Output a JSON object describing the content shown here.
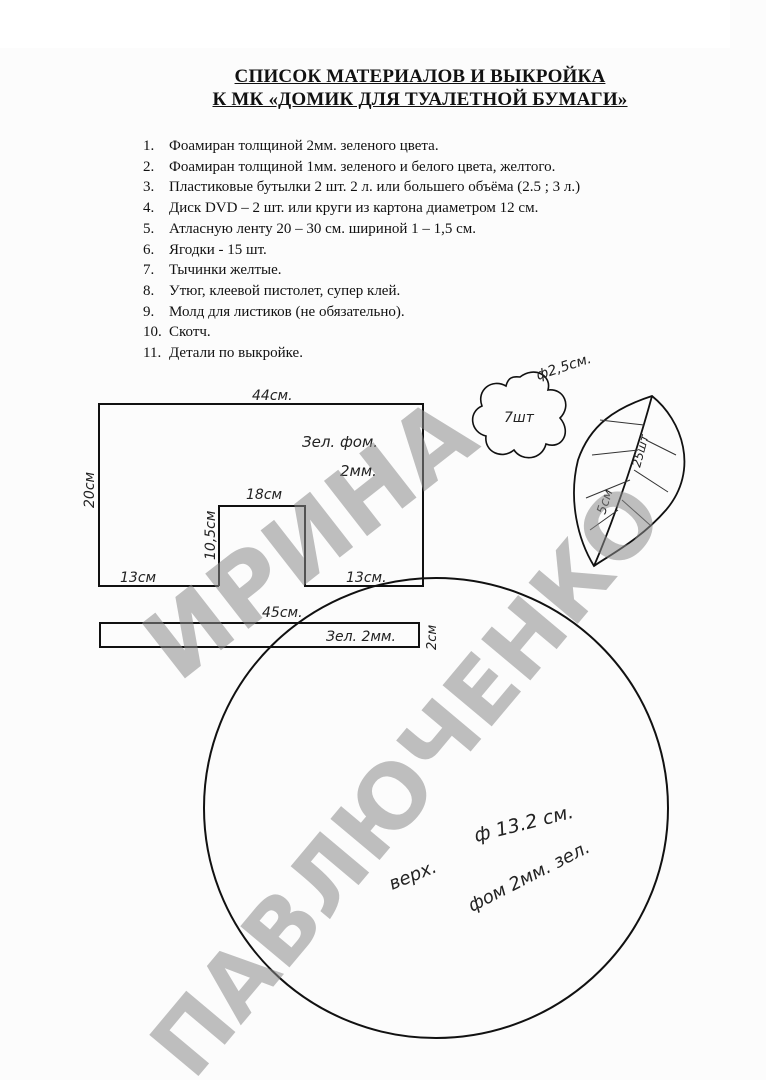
{
  "title": {
    "line1": "СПИСОК МАТЕРИАЛОВ И ВЫКРОЙКА",
    "line2": "К МК «ДОМИК ДЛЯ ТУАЛЕТНОЙ БУМАГИ»"
  },
  "materials": [
    {
      "num": "1.",
      "text": "Фоамиран толщиной 2мм. зеленого цвета."
    },
    {
      "num": "2.",
      "text": "Фоамиран толщиной 1мм. зеленого и белого цвета, желтого."
    },
    {
      "num": "3.",
      "text": "Пластиковые бутылки  2 шт. 2 л. или  большего объёма (2.5 ; 3 л.)"
    },
    {
      "num": "4.",
      "text": "Диск DVD – 2 шт. или круги из картона диаметром 12  см."
    },
    {
      "num": "5.",
      "text": "Атласную ленту 20 – 30 см. шириной 1 – 1,5 см."
    },
    {
      "num": "6.",
      "text": "Ягодки  - 15 шт."
    },
    {
      "num": "7.",
      "text": "Тычинки желтые."
    },
    {
      "num": "8.",
      "text": "Утюг, клеевой пистолет, супер клей."
    },
    {
      "num": "9.",
      "text": "Молд для листиков (не обязательно)."
    },
    {
      "num": "10.",
      "text": "Скотч."
    },
    {
      "num": "11.",
      "text": "Детали по выкройке."
    }
  ],
  "pattern": {
    "wall": {
      "width_label": "44см.",
      "height_label": "20см",
      "cutout_width_label": "18см",
      "cutout_height_label": "10,5см",
      "left_base_label": "13см",
      "right_base_label": "13см.",
      "material_line1": "Зел. фом.",
      "material_line2": "2мм."
    },
    "strip": {
      "length_label": "45см.",
      "height_label": "2см",
      "material_label": "Зел. 2мм."
    },
    "flower": {
      "diameter_label": "ф2,5см.",
      "count_label": "7шт"
    },
    "leaf": {
      "length_label": "5см",
      "count_label": "25шт"
    },
    "circle": {
      "diameter_label": "ф 13.2 см.",
      "top_label": "верх.",
      "material_label": "фом 2мм. зел."
    }
  },
  "watermark": {
    "line1": "ИРИНА",
    "line2": "ПАВЛЮЧЕНКО"
  }
}
